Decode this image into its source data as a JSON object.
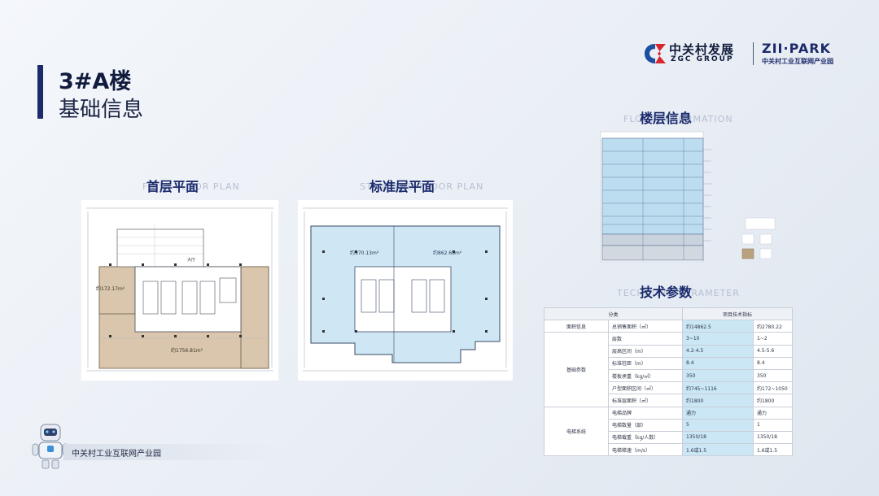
{
  "header": {
    "title": "3#A楼",
    "subtitle": "基础信息"
  },
  "logos": {
    "zgc_cn": "中关村发展",
    "zgc_en": "ZGC GROUP",
    "zii_en": "ZII·PARK",
    "zii_cn": "中关村工业互联网产业园"
  },
  "sections": {
    "first_floor": {
      "title": "首层平面",
      "shadow": "FIRST FLOOR PLAN"
    },
    "standard_floor": {
      "title": "标准层平面",
      "shadow": "STANDARD FLOOR PLAN"
    },
    "floor_info": {
      "title": "楼层信息",
      "shadow": "FLOOR INFORMATION"
    },
    "tech": {
      "title": "技术参数",
      "shadow": "TECHNICAL PARAMETER"
    }
  },
  "plans": {
    "first_floor_areas": [
      "约172.17m²",
      "约1756.81m²",
      "大厅"
    ],
    "standard_floor_areas": [
      "约970.13m²",
      "约862.68m²"
    ]
  },
  "table": {
    "header": [
      "分类",
      "项目技术指标"
    ],
    "rows": [
      {
        "group": "面积信息",
        "item": "总销售面积（㎡）",
        "v1": "约14862.5",
        "v2": "约2780.22"
      },
      {
        "group": "基础参数",
        "item": "层数",
        "v1": "3~10",
        "v2": "1~2"
      },
      {
        "group": "",
        "item": "层高区间（m）",
        "v1": "4.2-4.5",
        "v2": "4.5-5.6"
      },
      {
        "group": "",
        "item": "标准柱距（m）",
        "v1": "8.4",
        "v2": "8.4"
      },
      {
        "group": "",
        "item": "楼板承重（kg/㎡）",
        "v1": "350",
        "v2": "350"
      },
      {
        "group": "",
        "item": "户型面积区间（㎡）",
        "v1": "约745~1116",
        "v2": "约172~1050"
      },
      {
        "group": "",
        "item": "标准层面积（㎡）",
        "v1": "约1800",
        "v2": "约1800"
      },
      {
        "group": "电梯系统",
        "item": "电梯品牌",
        "v1": "通力",
        "v2": "通力"
      },
      {
        "group": "",
        "item": "电梯数量（部）",
        "v1": "5",
        "v2": "1"
      },
      {
        "group": "",
        "item": "电梯载重（kg/人数）",
        "v1": "1350/18",
        "v2": "1350/18"
      },
      {
        "group": "",
        "item": "电梯梯速（m/s）",
        "v1": "1.6或1.5",
        "v2": "1.6或1.5"
      }
    ]
  },
  "footer": {
    "text": "中关村工业互联网产业园"
  },
  "colors": {
    "navy": "#1d2b6b",
    "plan_blue": "#cfe6f4",
    "plan_tan": "#d9c6ac",
    "highlight": "#cbe7f6"
  }
}
